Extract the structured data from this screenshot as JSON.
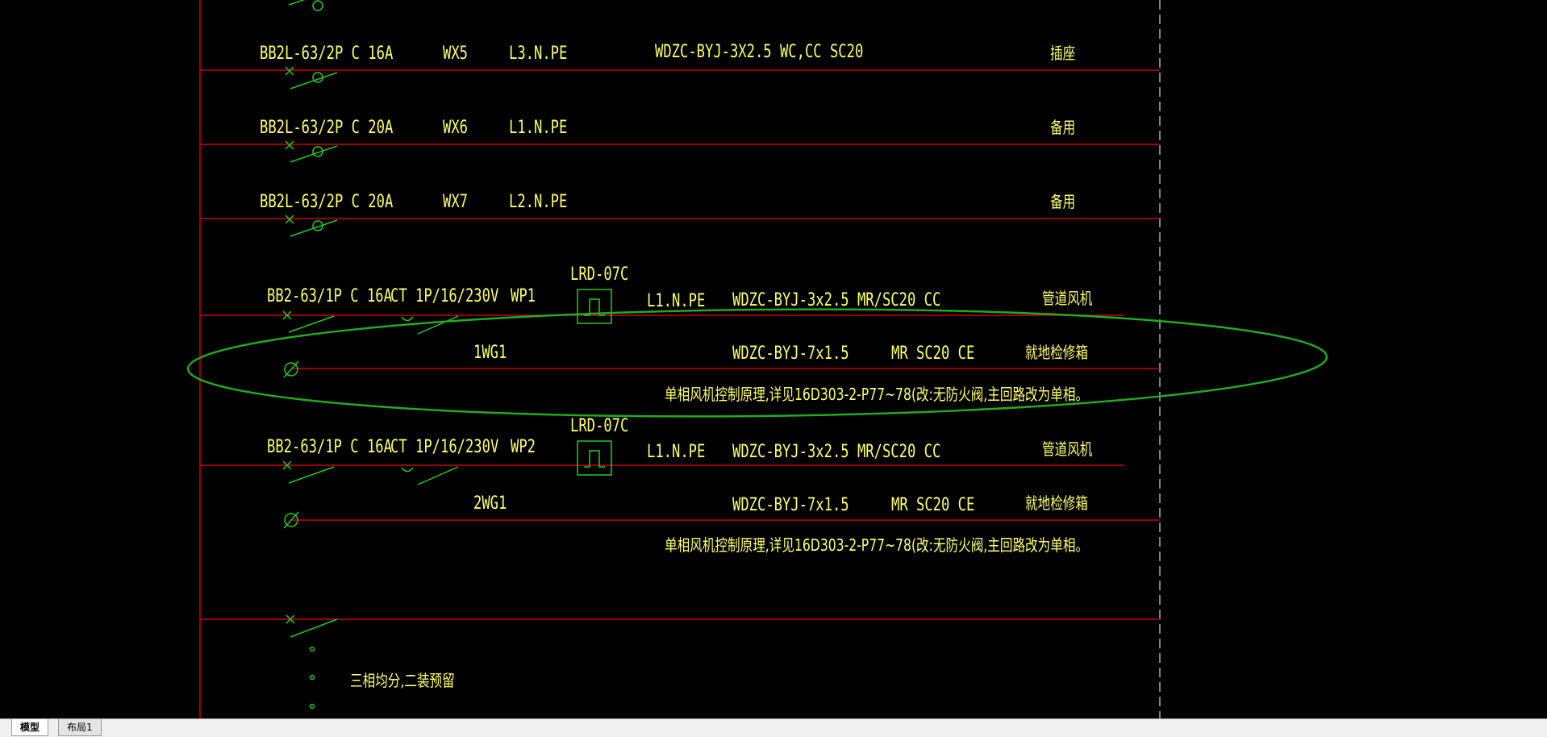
{
  "drawing": {
    "circuits": [
      {
        "breaker": "BB2L-63/2P C 16A",
        "circuit_id": "WX5",
        "phase": "L3.N.PE",
        "cable": "WDZC-BYJ-3X2.5 WC,CC SC20",
        "use": "插座"
      },
      {
        "breaker": "BB2L-63/2P C 20A",
        "circuit_id": "WX6",
        "phase": "L1.N.PE",
        "use": "备用"
      },
      {
        "breaker": "BB2L-63/2P C 20A",
        "circuit_id": "WX7",
        "phase": "L2.N.PE",
        "use": "备用"
      }
    ],
    "fan_circuits": [
      {
        "breaker": "BB2-63/1P C 16A",
        "contactor": "CT 1P/16/230V",
        "circuit_id": "WP1",
        "relay": "LRD-07C",
        "phase": "L1.N.PE",
        "cable": "WDZC-BYJ-3x2.5  MR/SC20  CC",
        "use": "管道风机",
        "control_id": "1WG1",
        "control_cable": "WDZC-BYJ-7x1.5",
        "control_laying": "MR SC20 CE",
        "control_use": "就地检修箱",
        "note": "单相风机控制原理,详见16D303-2-P77~78(改:无防火阀,主回路改为单相。"
      },
      {
        "breaker": "BB2-63/1P C 16A",
        "contactor": "CT 1P/16/230V",
        "circuit_id": "WP2",
        "relay": "LRD-07C",
        "phase": "L1.N.PE",
        "cable": "WDZC-BYJ-3x2.5  MR/SC20  CC",
        "use": "管道风机",
        "control_id": "2WG1",
        "control_cable": "WDZC-BYJ-7x1.5",
        "control_laying": "MR SC20 CE",
        "control_use": "就地检修箱",
        "note": "单相风机控制原理,详见16D303-2-P77~78(改:无防火阀,主回路改为单相。"
      }
    ],
    "reserve_note": "三相均分,二装预留"
  },
  "tabs": [
    {
      "label": "模型",
      "active": true
    },
    {
      "label": "布局1",
      "active": false
    }
  ],
  "colors": {
    "background": "#000000",
    "text": "#ffff66",
    "line": "#cc0000",
    "symbol": "#22cc22",
    "highlight": "#22aa22"
  },
  "icons": {
    "breaker": "breaker-symbol-icon",
    "relay": "thermal-relay-icon",
    "tab_nav": "tab-nav-icon"
  }
}
